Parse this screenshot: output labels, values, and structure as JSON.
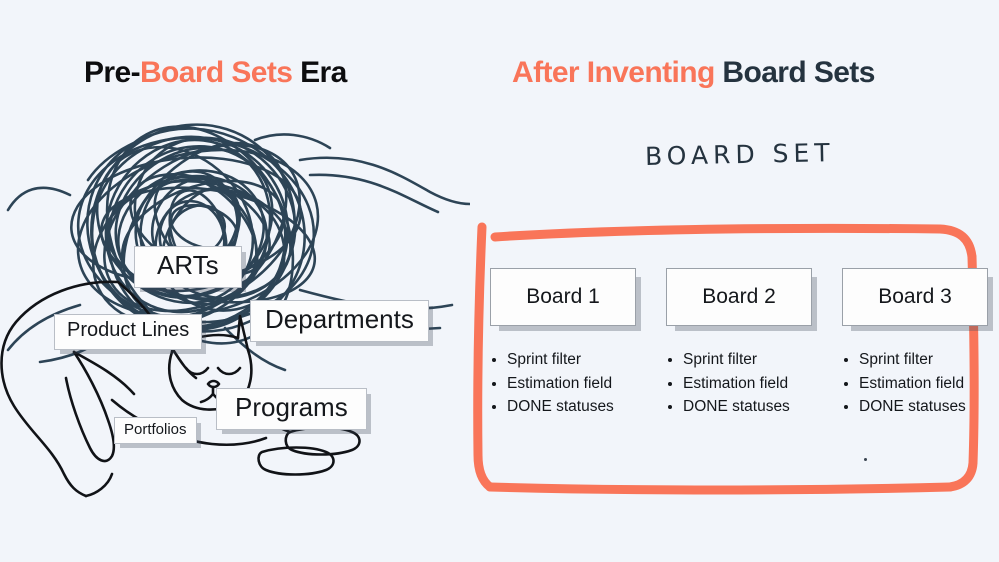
{
  "background_color": "#f2f5fa",
  "accent_color": "#f97559",
  "navy_color": "#25333f",
  "scribble_color": "#2d4456",
  "headings": {
    "left": {
      "part1": "Pre-",
      "part2": "Board Sets",
      "part3": " Era"
    },
    "right": {
      "part1": "After Inventing",
      "part2": " Board Sets"
    }
  },
  "left_panel": {
    "illustration": "tangled-scribble-ball-with-sleeping-cat",
    "labels": [
      {
        "id": "arts",
        "text": "ARTs"
      },
      {
        "id": "product-lines",
        "text": "Product Lines"
      },
      {
        "id": "departments",
        "text": "Departments"
      },
      {
        "id": "programs",
        "text": "Programs"
      },
      {
        "id": "portfolios",
        "text": "Portfolios"
      }
    ]
  },
  "right_panel": {
    "board_set_title": "BOARD SET",
    "boards": [
      {
        "title": "Board 1",
        "bullets": [
          "Sprint filter",
          "Estimation field",
          "DONE statuses"
        ]
      },
      {
        "title": "Board 2",
        "bullets": [
          "Sprint filter",
          "Estimation field",
          "DONE statuses"
        ]
      },
      {
        "title": "Board 3",
        "bullets": [
          "Sprint filter",
          "Estimation field",
          "DONE statuses"
        ]
      }
    ]
  }
}
